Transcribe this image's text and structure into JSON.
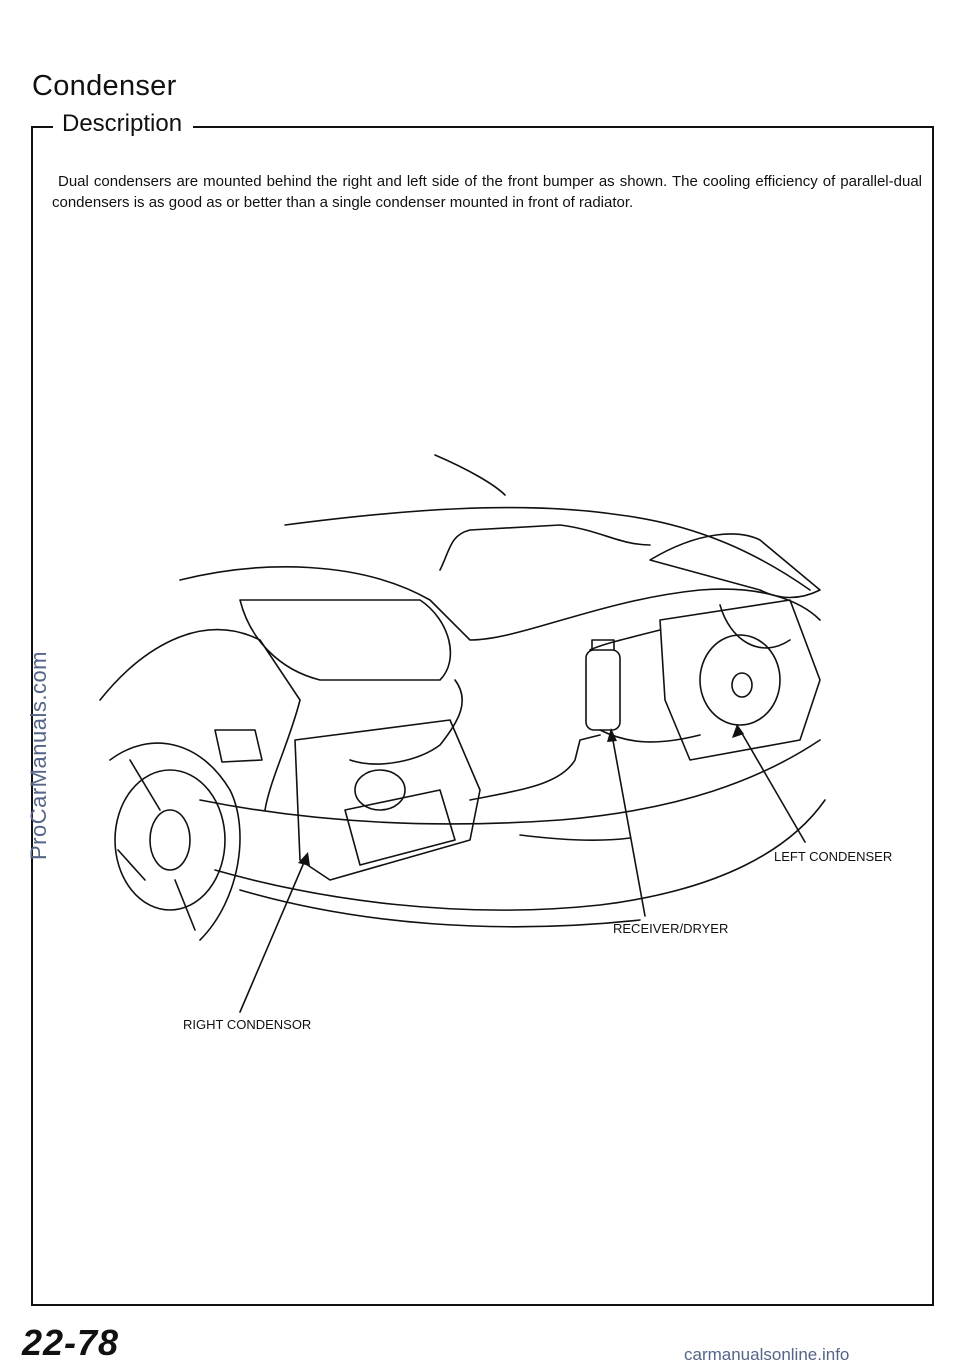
{
  "page": {
    "title": "Condenser",
    "section": "Description",
    "description": "Dual condensers are mounted behind the right and left side of the front bumper as shown. The cooling efficiency of parallel-dual condensers is as good as or better than a single condenser mounted in front of radiator.",
    "page_number": "22-78"
  },
  "labels": {
    "left_condenser": "LEFT CONDENSER",
    "receiver_dryer": "RECEIVER/DRYER",
    "right_condensor": "RIGHT CONDENSOR"
  },
  "watermarks": {
    "side": "ProCarManuals.com",
    "bottom": "carmanualsonline.info"
  }
}
